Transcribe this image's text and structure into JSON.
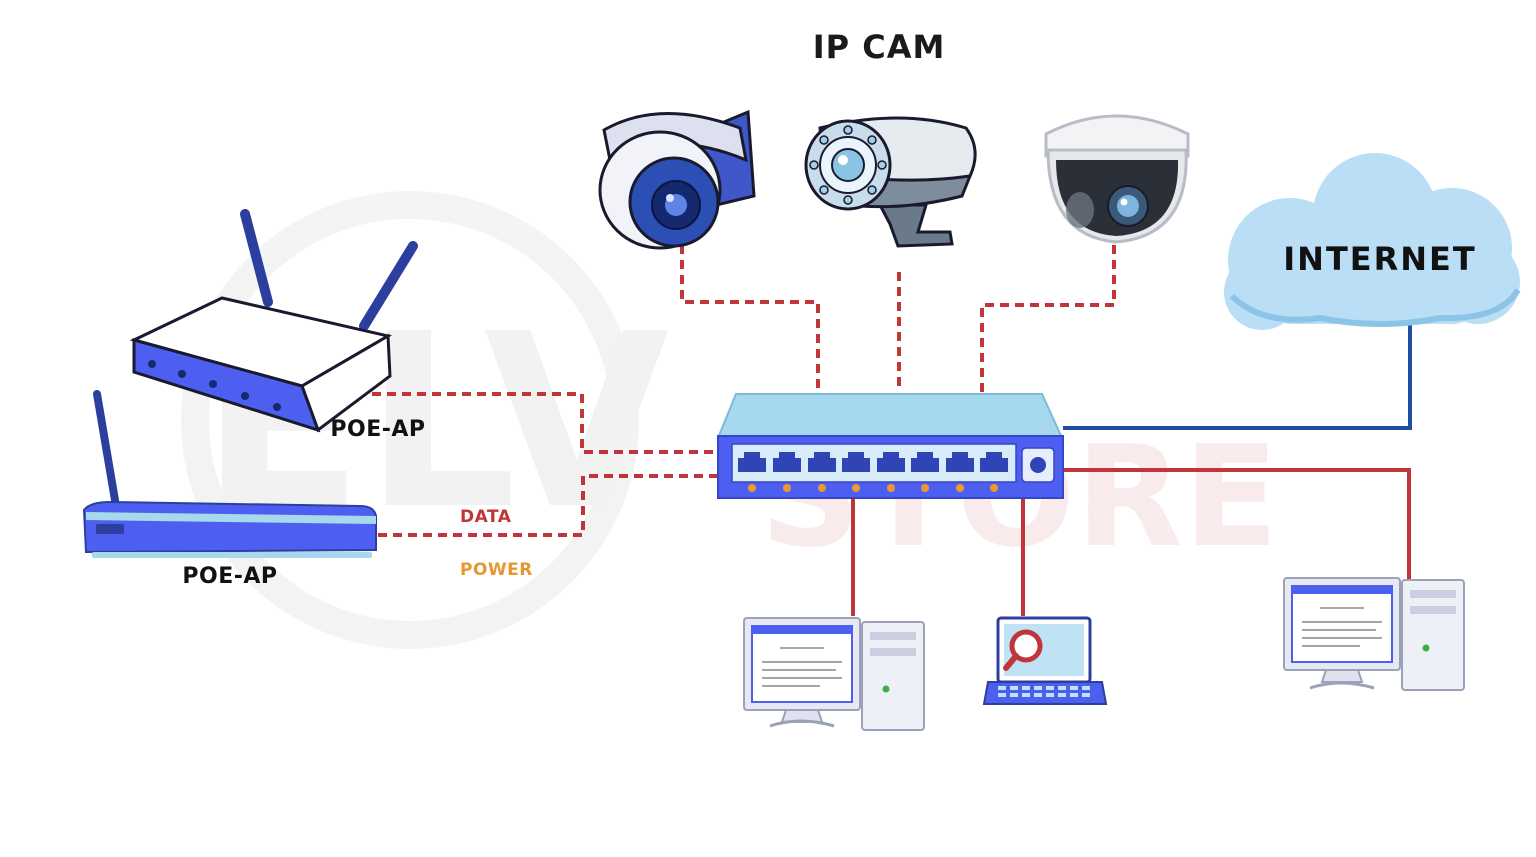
{
  "title": "IP CAM",
  "watermark": {
    "brand": "ELV",
    "sub": "STORE"
  },
  "devices": {
    "ap_top": {
      "label": "POE-AP"
    },
    "ap_bottom": {
      "label": "POE-AP"
    },
    "internet": {
      "label": "INTERNET"
    }
  },
  "legend": {
    "data": {
      "label": "DATA",
      "color": "#c0343a"
    },
    "power": {
      "label": "POWER",
      "color": "#e8962e"
    }
  },
  "colors": {
    "switch_body": "#4d5ff0",
    "switch_top": "#a5d8ec",
    "uplink": "#1f4fa0",
    "link_red": "#c0343a",
    "cloud": "#b8def5"
  }
}
